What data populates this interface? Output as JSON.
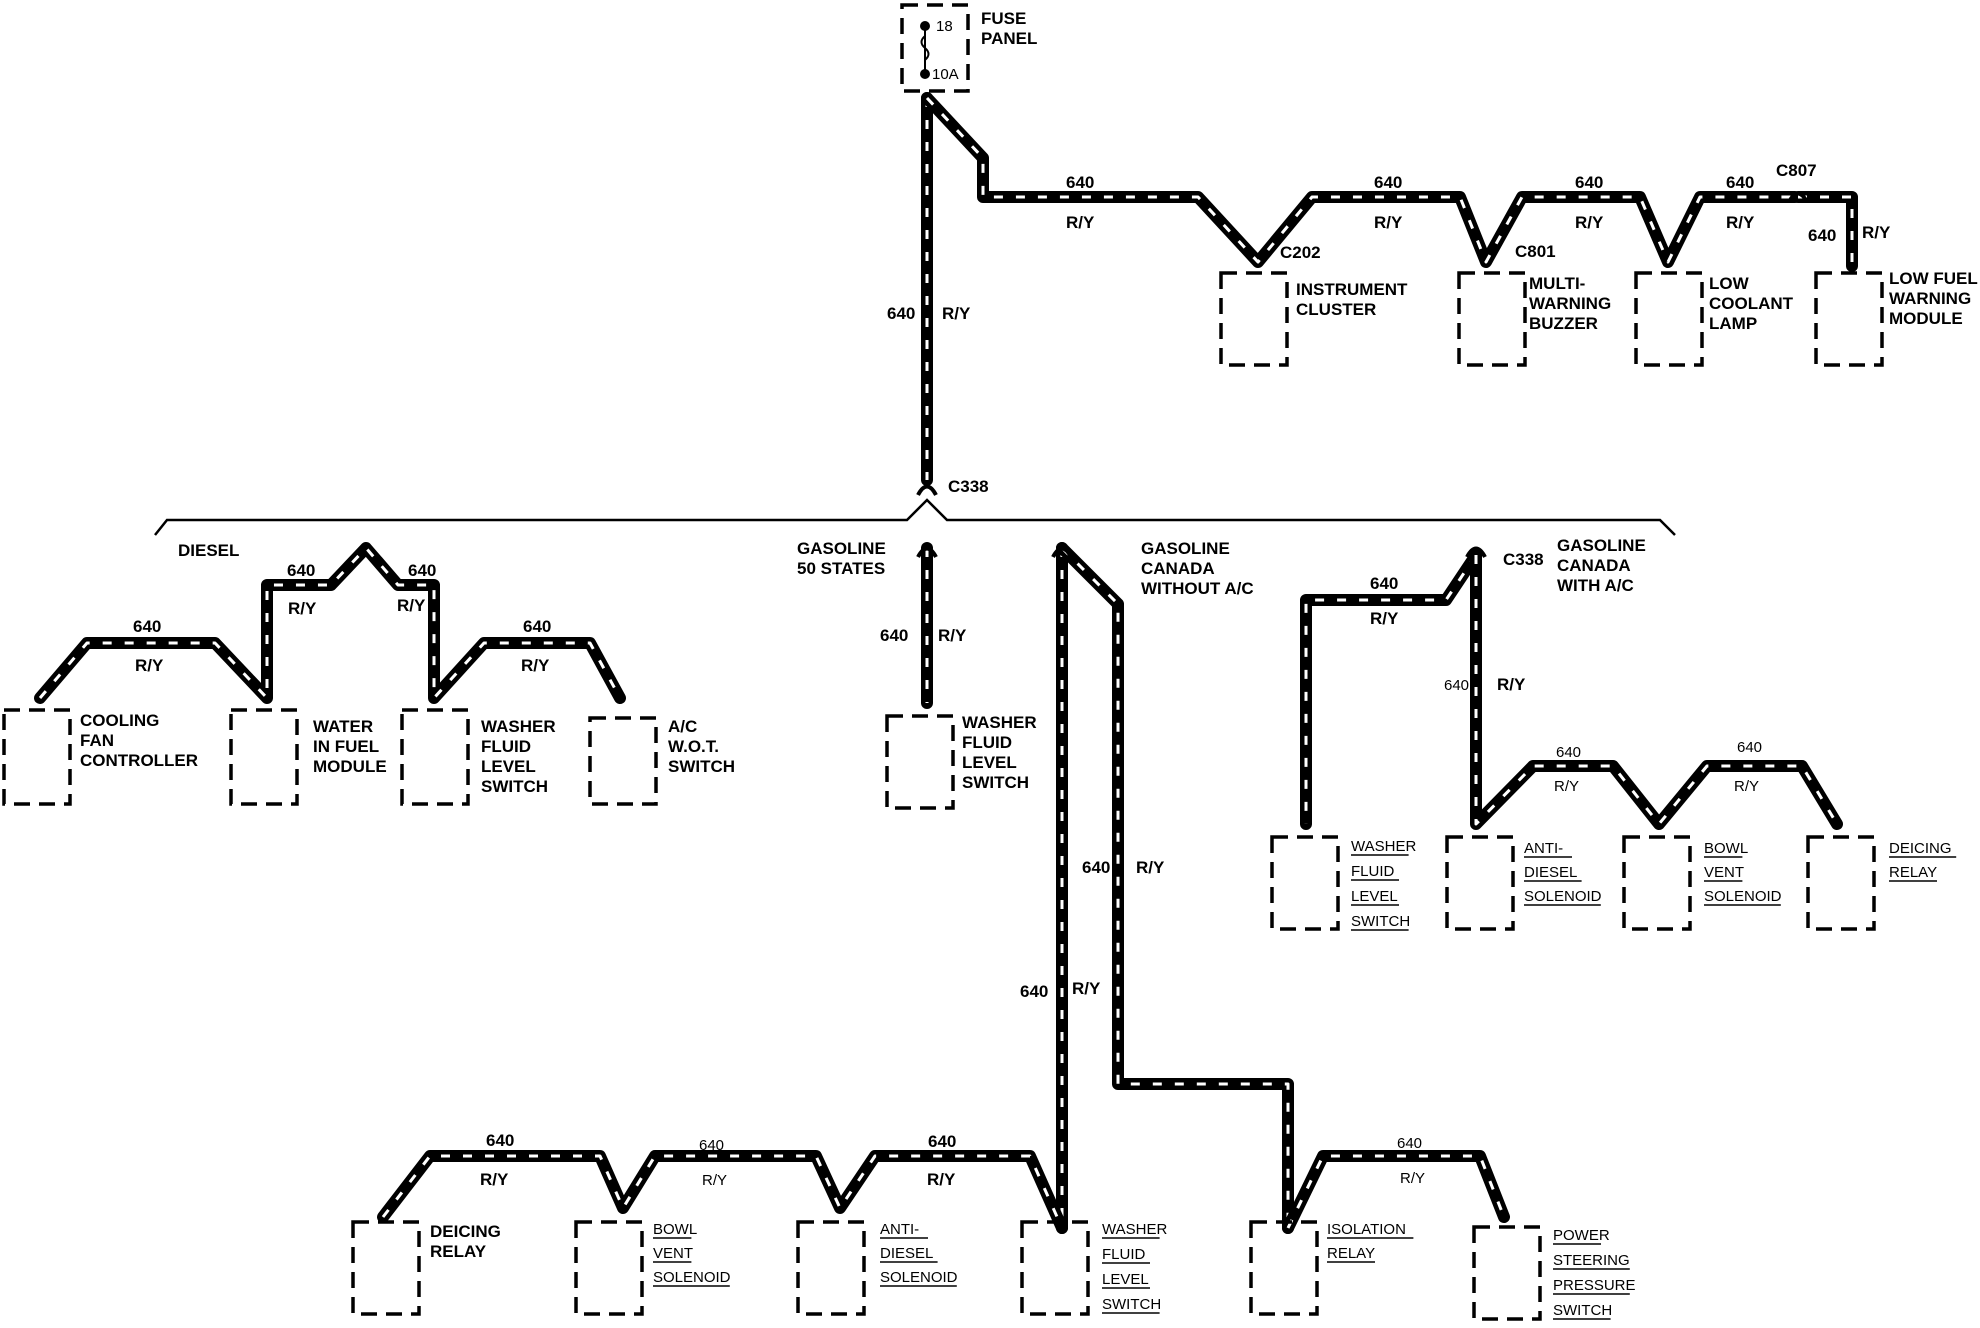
{
  "fuse_panel": {
    "title_line1": "FUSE",
    "title_line2": "PANEL",
    "fuse_number": "18",
    "fuse_rating": "10A"
  },
  "wire": {
    "circuit": "640",
    "color": "R/Y"
  },
  "connectors": {
    "c202": "C202",
    "c801": "C801",
    "c807": "C807",
    "c338_main": "C338",
    "c338_canada": "C338"
  },
  "top_components": {
    "instrument_cluster": [
      "INSTRUMENT",
      "CLUSTER"
    ],
    "multi_warning_buzzer": [
      "MULTI-",
      "WARNING",
      "BUZZER"
    ],
    "low_coolant_lamp": [
      "LOW",
      "COOLANT",
      "LAMP"
    ],
    "low_fuel_warning_module": [
      "LOW FUEL",
      "WARNING",
      "MODULE"
    ]
  },
  "sections": {
    "diesel": "DIESEL",
    "gasoline_50_states": [
      "GASOLINE",
      "50 STATES"
    ],
    "gasoline_canada_without_ac": [
      "GASOLINE",
      "CANADA",
      "WITHOUT A/C"
    ],
    "gasoline_canada_with_ac": [
      "GASOLINE",
      "CANADA",
      "WITH A/C"
    ]
  },
  "diesel_components": {
    "cooling_fan_controller": [
      "COOLING",
      "FAN",
      "CONTROLLER"
    ],
    "water_in_fuel_module": [
      "WATER",
      "IN FUEL",
      "MODULE"
    ],
    "washer_fluid_level_switch": [
      "WASHER",
      "FLUID",
      "LEVEL",
      "SWITCH"
    ],
    "ac_wot_switch": [
      "A/C",
      "W.O.T.",
      "SWITCH"
    ]
  },
  "gasoline_50_components": {
    "washer_fluid_level_switch": [
      "WASHER",
      "FLUID",
      "LEVEL",
      "SWITCH"
    ]
  },
  "canada_with_ac_components": {
    "washer_fluid_level_switch": [
      "WASHER",
      "FLUID",
      "LEVEL",
      "SWITCH"
    ],
    "anti_diesel_solenoid": [
      "ANTI-",
      "DIESEL",
      "SOLENOID"
    ],
    "bowl_vent_solenoid": [
      "BOWL",
      "VENT",
      "SOLENOID"
    ],
    "deicing_relay": [
      "DEICING",
      "RELAY"
    ]
  },
  "bottom_components": {
    "deicing_relay": [
      "DEICING",
      "RELAY"
    ],
    "bowl_vent_solenoid": [
      "BOWL",
      "VENT",
      "SOLENOID"
    ],
    "anti_diesel_solenoid": [
      "ANTI-",
      "DIESEL",
      "SOLENOID"
    ],
    "washer_fluid_level_switch": [
      "WASHER",
      "FLUID",
      "LEVEL",
      "SWITCH"
    ],
    "isolation_relay": [
      "ISOLATION",
      "RELAY"
    ],
    "power_steering_pressure_switch": [
      "POWER",
      "STEERING",
      "PRESSURE",
      "SWITCH"
    ]
  }
}
